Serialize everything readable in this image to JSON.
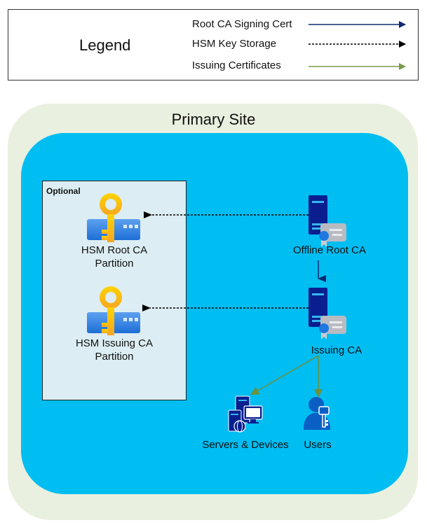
{
  "legend": {
    "title": "Legend",
    "items": [
      {
        "label": "Root CA Signing Cert",
        "line_style": "solid",
        "color": "#0b2a6f"
      },
      {
        "label": "HSM Key Storage",
        "line_style": "dotted",
        "color": "#000000"
      },
      {
        "label": "Issuing Certificates",
        "line_style": "solid",
        "color": "#7a9a4a"
      }
    ]
  },
  "site": {
    "title": "Primary Site",
    "colors": {
      "outer": "#e9f0df",
      "inner": "#00bdf2",
      "optional": "#dcedf3"
    }
  },
  "optional_group": {
    "label": "Optional",
    "nodes": [
      {
        "id": "hsm-root",
        "label_line1": "HSM Root CA",
        "label_line2": "Partition",
        "icon": "hsm-key-icon"
      },
      {
        "id": "hsm-issuing",
        "label_line1": "HSM Issuing CA",
        "label_line2": "Partition",
        "icon": "hsm-key-icon"
      }
    ]
  },
  "nodes": {
    "offline_root": {
      "label": "Offline Root CA",
      "icon": "server-certificate-icon"
    },
    "issuing_ca": {
      "label": "Issuing CA",
      "icon": "server-certificate-icon"
    },
    "servers": {
      "label": "Servers & Devices",
      "icon": "servers-devices-icon"
    },
    "users": {
      "label": "Users",
      "icon": "user-key-icon"
    }
  },
  "connections": [
    {
      "from": "Offline Root CA",
      "to": "HSM Root CA Partition",
      "type": "HSM Key Storage"
    },
    {
      "from": "Issuing CA",
      "to": "HSM Issuing CA Partition",
      "type": "HSM Key Storage"
    },
    {
      "from": "Offline Root CA",
      "to": "Issuing CA",
      "type": "Root CA Signing Cert"
    },
    {
      "from": "Issuing CA",
      "to": "Servers & Devices",
      "type": "Issuing Certificates"
    },
    {
      "from": "Issuing CA",
      "to": "Users",
      "type": "Issuing Certificates"
    }
  ]
}
